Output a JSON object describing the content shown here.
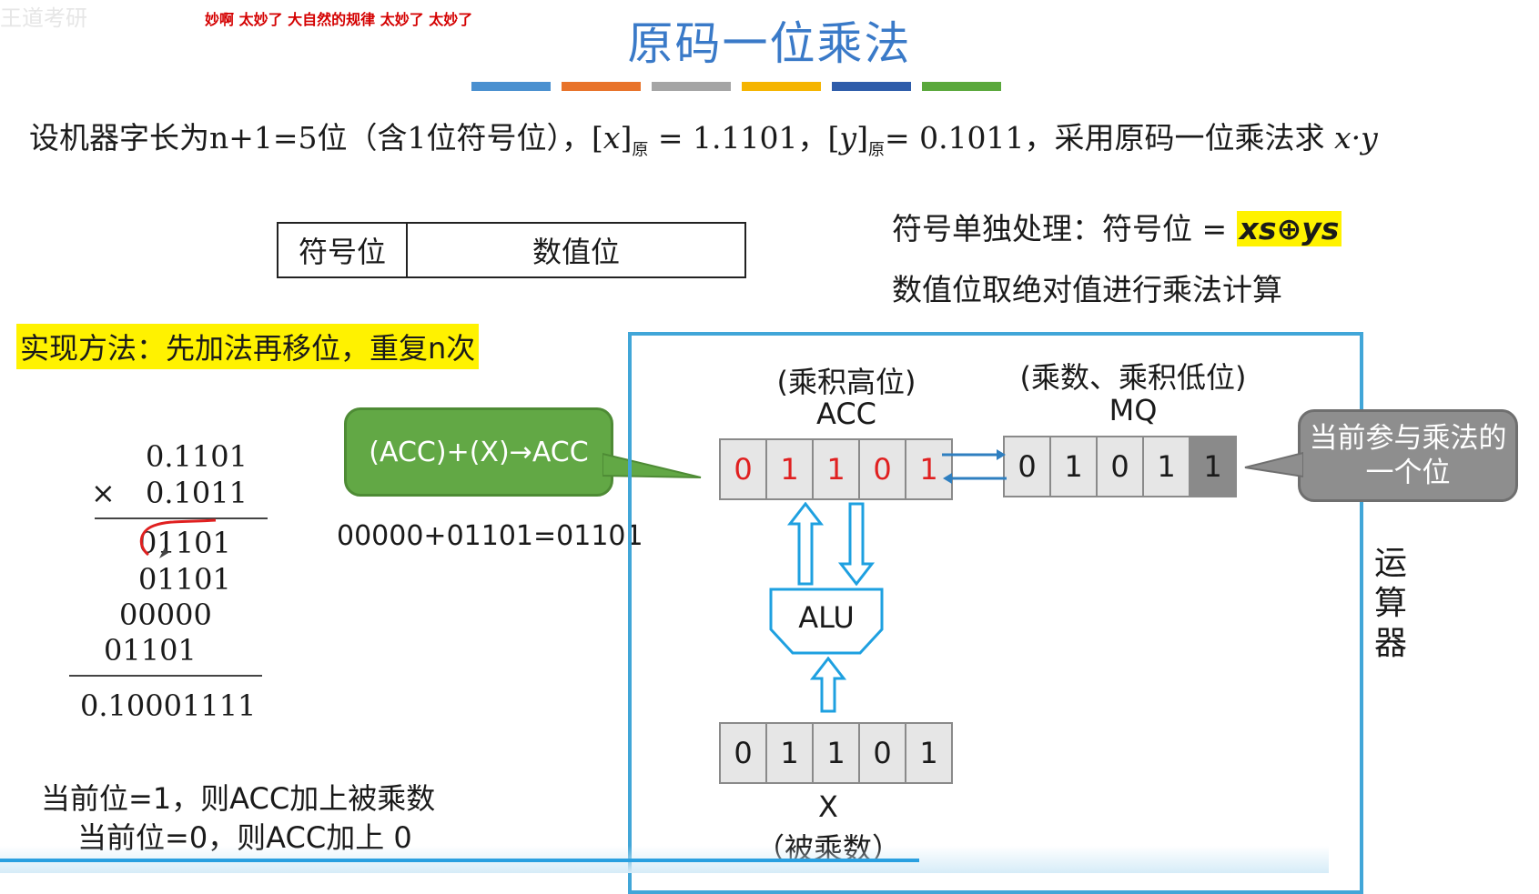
{
  "slide": {
    "title": "原码一位乘法",
    "danmaku": "妙啊 太妙了 大自然的规律 太妙了 太妙了",
    "watermark": "王道考研",
    "stripe_colors": [
      "#4a90d0",
      "#e8732a",
      "#a5a5a5",
      "#f5b400",
      "#2e5caa",
      "#5aa83c"
    ]
  },
  "problem": {
    "text_before": "设机器字长为n+1=5位（含1位符号位），[",
    "x_var": "x",
    "x_sub": "原",
    "x_val": " = 1.1101，[",
    "y_var": "y",
    "y_sub": "原",
    "y_val": "= 0.1011，采用原码一位乘法求",
    "xy": " x·y"
  },
  "format_box": {
    "sign": "符号位",
    "value": "数值位"
  },
  "sign_note": {
    "prefix": "符号单独处理：符号位 = ",
    "formula": "xs⊕ys",
    "line2": "数值位取绝对值进行乘法计算"
  },
  "method": "实现方法：先加法再移位，重复n次",
  "manual_calc": {
    "multiplicand": "0.1101",
    "times": "×",
    "multiplier": "0.1011",
    "partials": [
      "01101",
      "01101",
      "00000",
      "01101"
    ],
    "result": "0.10001111"
  },
  "bubble_green": "(ACC)+(X)→ACC",
  "sum_text": "00000+01101=01101",
  "alu": {
    "acc_caption": "(乘积高位)",
    "acc_name": "ACC",
    "acc_bits": [
      "0",
      "1",
      "1",
      "0",
      "1"
    ],
    "mq_caption": "(乘数、乘积低位)",
    "mq_name": "MQ",
    "mq_bits": [
      "0",
      "1",
      "0",
      "1",
      "1"
    ],
    "alu_label": "ALU",
    "x_bits": [
      "0",
      "1",
      "1",
      "0",
      "1"
    ],
    "x_name": "X",
    "x_caption": "（被乘数）",
    "frame_label": "运算器"
  },
  "bubble_gray": "当前参与乘法的一个位",
  "rules": {
    "rule1": "当前位=1，则ACC加上被乘数",
    "rule2": "当前位=0，则ACC加上 0"
  }
}
